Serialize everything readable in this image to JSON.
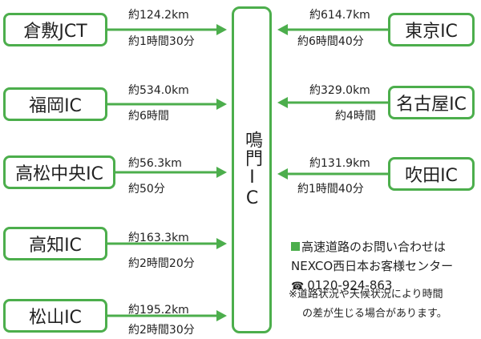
{
  "center": {
    "label": "鳴門IC"
  },
  "left_routes": [
    {
      "name": "倉敷JCT",
      "distance": "約124.2km",
      "time": "約1時間30分"
    },
    {
      "name": "福岡IC",
      "distance": "約534.0km",
      "time": "約6時間"
    },
    {
      "name": "高松中央IC",
      "distance": "約56.3km",
      "time": "約50分"
    },
    {
      "name": "高知IC",
      "distance": "約163.3km",
      "time": "約2時間20分"
    },
    {
      "name": "松山IC",
      "distance": "約195.2km",
      "time": "約2時間30分"
    }
  ],
  "right_routes": [
    {
      "name": "東京IC",
      "distance": "約614.7km",
      "time": "約6時間40分"
    },
    {
      "name": "名古屋IC",
      "distance": "約329.0km",
      "time": "約4時間"
    },
    {
      "name": "吹田IC",
      "distance": "約131.9km",
      "time": "約1時間40分"
    }
  ],
  "contact": {
    "heading": "高速道路のお問い合わせは",
    "company": "NEXCO西日本お客様センター",
    "phone": "0120-924-863",
    "phone_icon": "phone-icon"
  },
  "note": {
    "line1": "※道路状況や天候状況により時間",
    "line2": "の差が生じる場合があります。"
  },
  "colors": {
    "accent": "#4cae4c",
    "text": "#222222",
    "background": "#ffffff"
  }
}
